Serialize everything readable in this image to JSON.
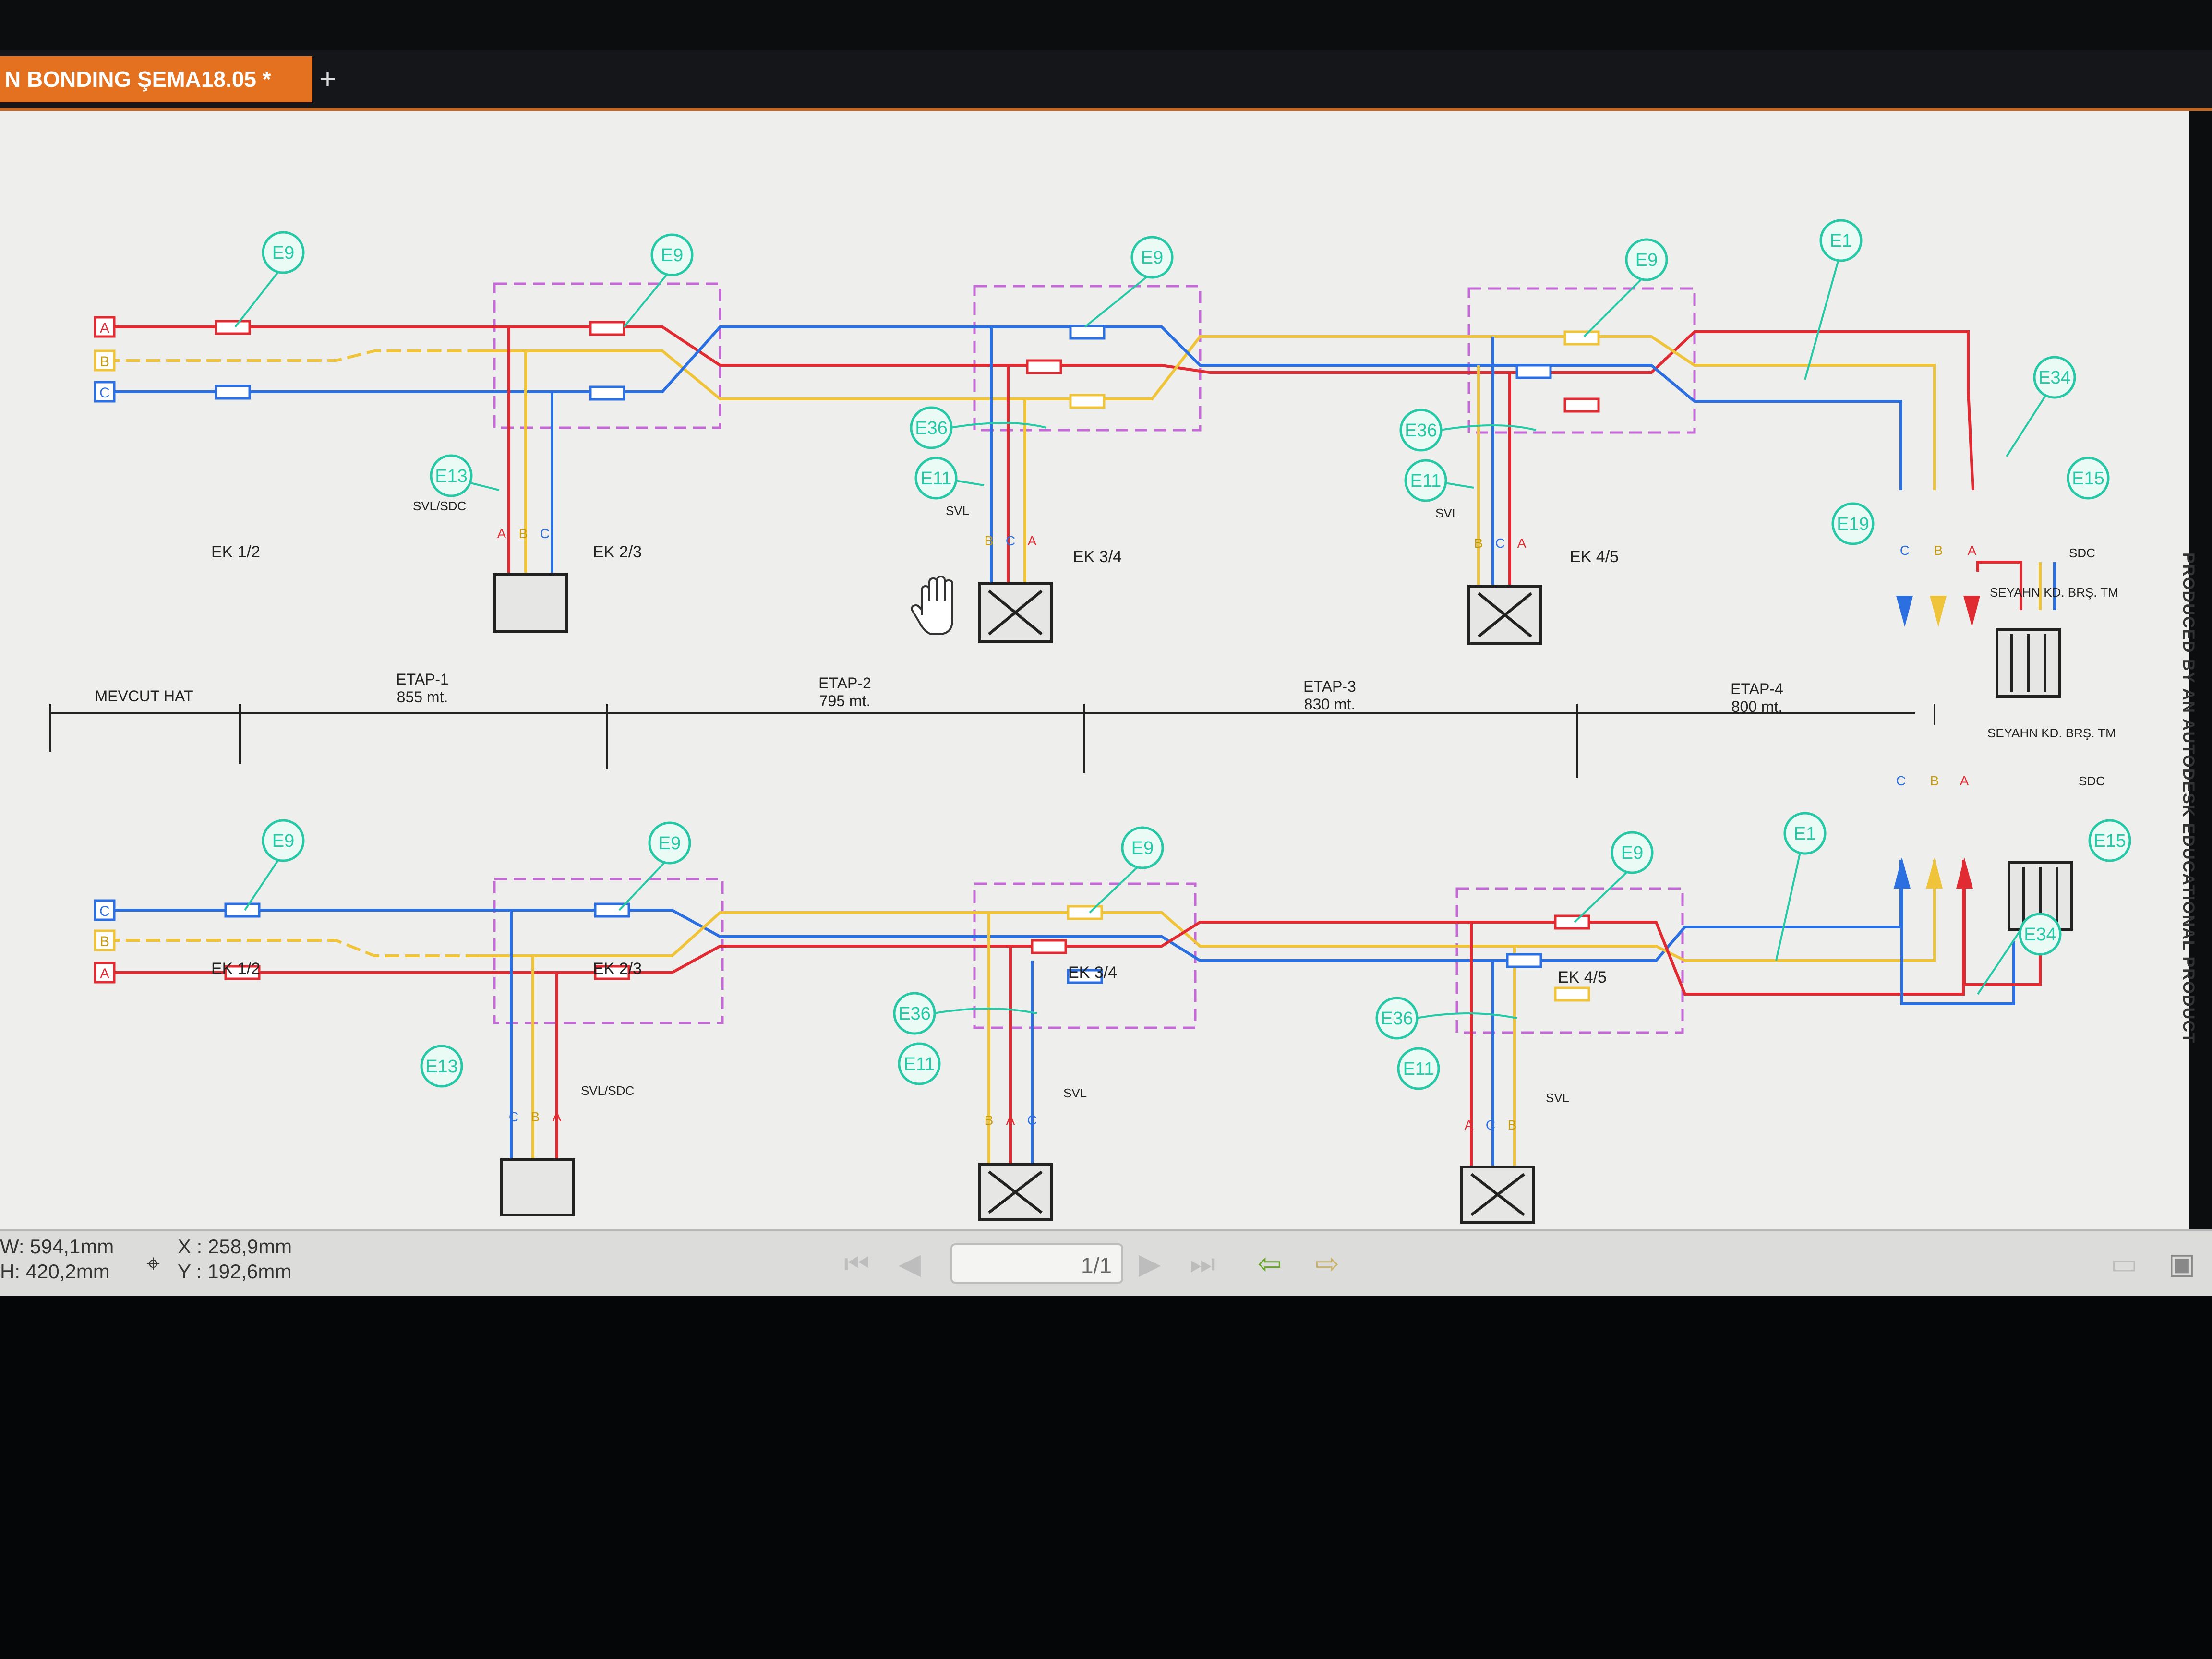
{
  "tab": {
    "title": "N BONDING ŞEMA18.05 *",
    "add_icon": "plus-icon"
  },
  "side_text": "PRODUCED BY AN AUTODESK EDUCATIONAL PRODUCT",
  "colors": {
    "red": "#e02b33",
    "yellow": "#f0c43a",
    "blue": "#2c6fe0",
    "teal": "#27c8a5",
    "magenta": "#c36ad6",
    "dark": "#222222"
  },
  "diagram_top": {
    "phase_ends": [
      "A",
      "B",
      "C"
    ],
    "joints": [
      "EK 1/2",
      "EK 2/3",
      "EK 3/4",
      "EK 4/5"
    ],
    "bubbles": [
      "E9",
      "E9",
      "E9",
      "E9",
      "E1",
      "E34",
      "E15",
      "E19",
      "E13",
      "E11",
      "E11",
      "E36",
      "E36"
    ],
    "boxes": [
      "SVL/SDC",
      "SVL",
      "SVL",
      "SDC"
    ],
    "box_phase_labels": [
      [
        "A",
        "B",
        "C"
      ],
      [
        "B",
        "C",
        "A"
      ],
      [
        "B",
        "C",
        "A"
      ]
    ],
    "end_label": "SEYAHN KD. BRŞ. TM",
    "end_phase_labels": [
      "C",
      "B",
      "A"
    ]
  },
  "sections": {
    "existing": "MEVCUT HAT",
    "etaps": [
      {
        "name": "ETAP-1",
        "length": "855 mt."
      },
      {
        "name": "ETAP-2",
        "length": "795 mt."
      },
      {
        "name": "ETAP-3",
        "length": "830 mt."
      },
      {
        "name": "ETAP-4",
        "length": "800 mt."
      }
    ]
  },
  "diagram_bottom": {
    "phase_ends": [
      "C",
      "B",
      "A"
    ],
    "joints": [
      "EK 1/2",
      "EK 2/3",
      "EK 3/4",
      "EK 4/5"
    ],
    "bubbles": [
      "E9",
      "E9",
      "E9",
      "E9",
      "E1",
      "E15",
      "E34",
      "E13",
      "E11",
      "E11",
      "E36",
      "E36"
    ],
    "boxes": [
      "SVL/SDC",
      "SVL",
      "SVL",
      "SDC"
    ],
    "box_phase_labels": [
      [
        "C",
        "B",
        "A"
      ],
      [
        "B",
        "A",
        "C"
      ],
      [
        "A",
        "C",
        "B"
      ]
    ],
    "end_label": "SEYAHN KD. BRŞ. TM",
    "end_phase_labels": [
      "C",
      "B",
      "A"
    ]
  },
  "status": {
    "w": "W: 594,1mm",
    "h": "H: 420,2mm",
    "x": "X : 258,9mm",
    "y": "Y : 192,6mm",
    "page": "1/1"
  }
}
